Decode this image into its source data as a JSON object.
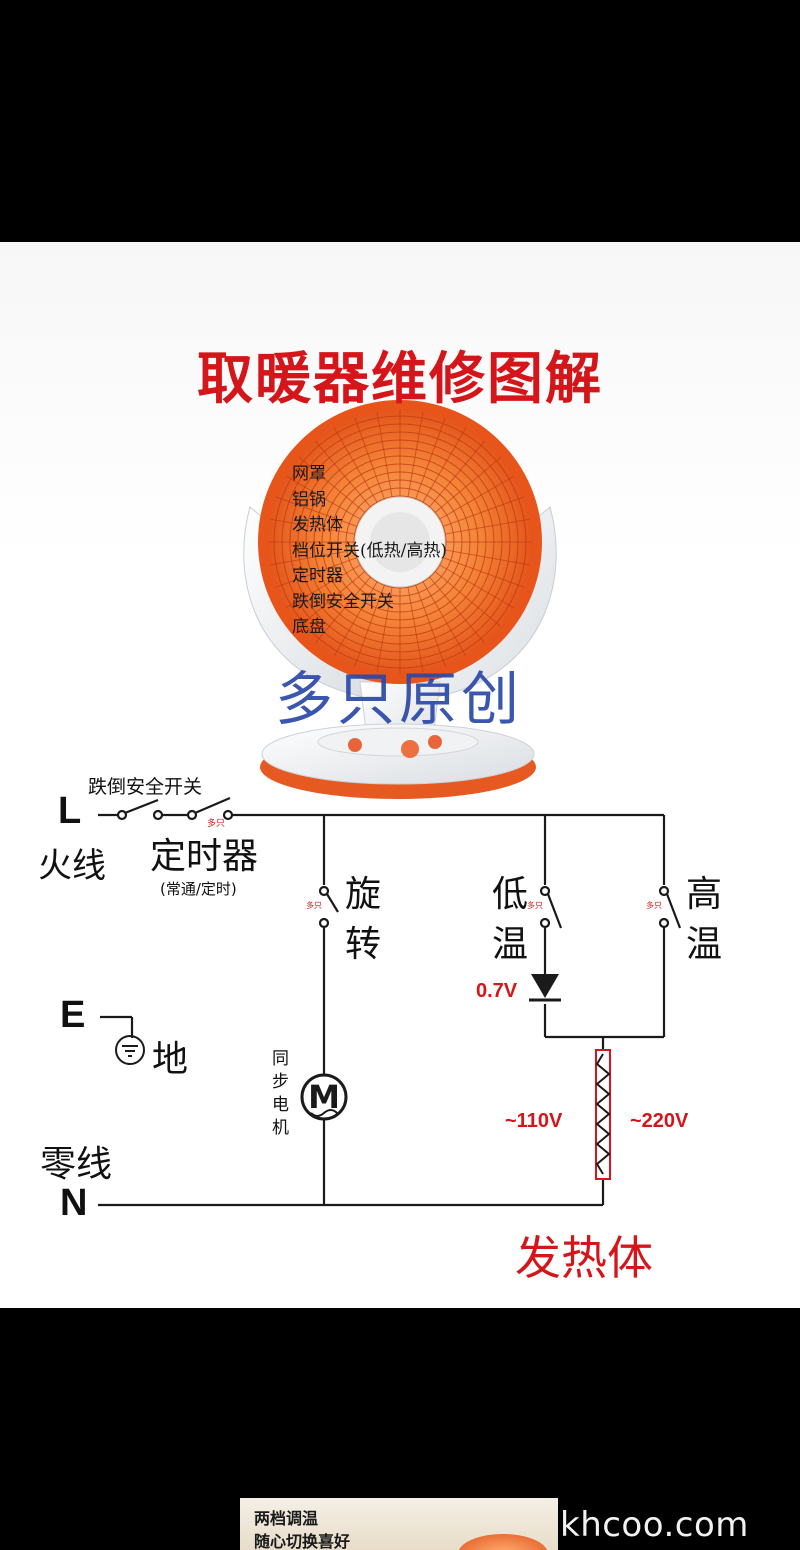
{
  "title": "取暖器维修图解",
  "parts": [
    "网罩",
    "铝锅",
    "发热体",
    "档位开关(低热/高热)",
    "定时器",
    "跌倒安全开关",
    "底盘"
  ],
  "watermark": "多只原创",
  "circuit": {
    "tip_switch_label": "跌倒安全开关",
    "live_letter": "L",
    "live_label": "火线",
    "timer_label": "定时器",
    "timer_note": "(常通/定时)",
    "switch_mark": "多只",
    "rotate_label_1": "旋",
    "rotate_label_2": "转",
    "low_label_1": "低",
    "low_label_2": "温",
    "high_label_1": "高",
    "high_label_2": "温",
    "diode_voltage": "0.7V",
    "earth_letter": "E",
    "earth_label": "地",
    "motor_label": [
      "同",
      "步",
      "电",
      "机"
    ],
    "motor_symbol": "M",
    "heater_low_voltage": "~110V",
    "heater_high_voltage": "~220V",
    "neutral_label": "零线",
    "neutral_letter": "N",
    "heater_label": "发热体"
  },
  "promo": {
    "line1": "两档调温",
    "line2": "随心切换喜好"
  },
  "site_mark": "khcoo.com",
  "colors": {
    "accent_red": "#d4161b",
    "watermark_blue": "#2a48a8",
    "fan_orange": "#f06a1e"
  },
  "icons": [
    "fan-heater-photo",
    "ground-symbol-icon",
    "motor-icon",
    "diode-icon",
    "heating-element-icon"
  ]
}
